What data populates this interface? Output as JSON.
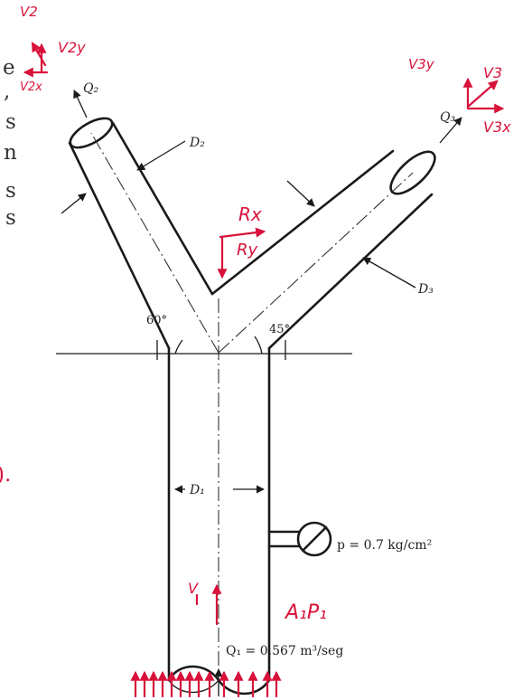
{
  "labels": {
    "q1": "Q₁ = 0.567 m³/seg",
    "q2": "Q₂",
    "q3": "Q₃",
    "d1": "D₁",
    "d2": "D₂",
    "d3": "D₃",
    "angle_left": "60°",
    "angle_right": "45°",
    "pressure": "p = 0.7 kg/cm²"
  },
  "annotations": {
    "v2": "V2",
    "v2y": "V2y",
    "v2x": "V2x",
    "v3": "V3",
    "v3y": "V3y",
    "v3x": "V3x",
    "rx": "Rx",
    "ry": "Ry",
    "v1": "V",
    "a1p1": "A₁P₁"
  },
  "clipped_text": {
    "lines": [
      "e",
      ",",
      "s",
      "n",
      "s",
      "s"
    ],
    "paren": ")."
  },
  "colors": {
    "ink": "#1a1a1a",
    "annotation": "#d8123a"
  }
}
